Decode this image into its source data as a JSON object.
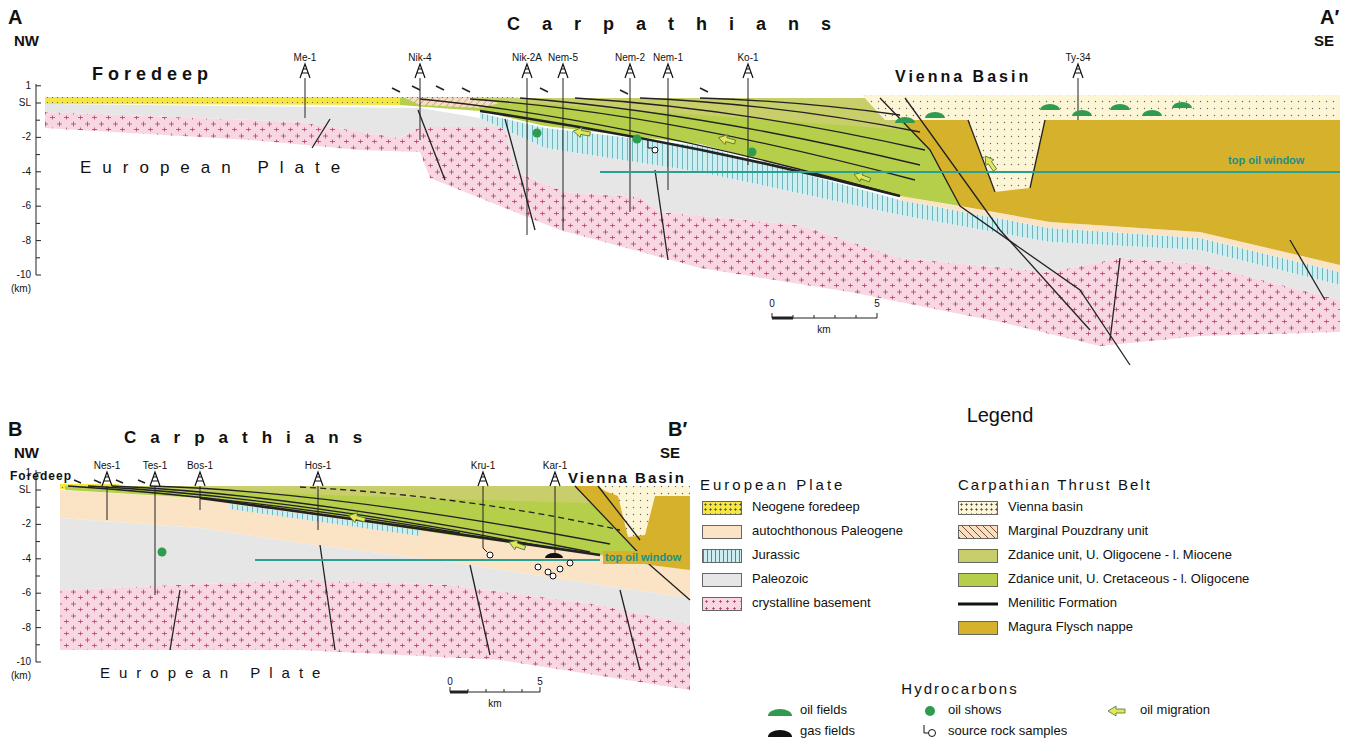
{
  "diagram": {
    "labels": [
      "A",
      "NW",
      "Carpathians",
      "A′",
      "SE",
      "Foredeep",
      "Vienna Basin",
      "Me-1",
      "Nik-4",
      "Nik-2A",
      "Nem-5",
      "Nem-2",
      "Nem-1",
      "Ko-1",
      "Ty-34",
      "top oil window",
      "European Plate",
      "1",
      "SL",
      "-2",
      "-4",
      "-6",
      "-8",
      "-10",
      "(km)",
      "0",
      "5",
      "km",
      "B",
      "NW",
      "Carpathians",
      "B′",
      "SE",
      "Foredeep",
      "Nes-1",
      "Tes-1",
      "Bos-1",
      "Hos-1",
      "Kru-1",
      "Kar-1",
      "Vienna Basin",
      "top oil window",
      "European Plate",
      "1",
      "SL",
      "-2",
      "-4",
      "-6",
      "-8",
      "-10",
      "(km)",
      "0",
      "5",
      "km",
      "Legend",
      "European Plate",
      "Carpathian Thrust Belt",
      "Hydrocarbons"
    ],
    "legend": [
      {
        "text": "Neogene foredeep",
        "color": "#f5e642"
      },
      {
        "text": "autochthonous Paleogene",
        "color": "#fbe3c6"
      },
      {
        "text": "Jurassic",
        "color": "#cdeef0"
      },
      {
        "text": "Paleozoic",
        "color": "#e6e6e6"
      },
      {
        "text": "crystalline basement",
        "color": "#f8d7e2"
      },
      {
        "text": "Vienna basin",
        "color": "#fdf6d6"
      },
      {
        "text": "Marginal Pouzdrany unit",
        "color": "#f6e0c4"
      },
      {
        "text": "Zdanice unit, U. Oligocene - l. Miocene",
        "color": "#c8cf6a"
      },
      {
        "text": "Zdanice unit, U. Cretaceous - l. Oligocene",
        "color": "#b6cf4a"
      },
      {
        "text": "Menilitic Formation"
      },
      {
        "text": "Magura Flysch nappe",
        "color": "#d6b12c"
      },
      {
        "text": "oil fields"
      },
      {
        "text": "oil shows"
      },
      {
        "text": "oil migration"
      },
      {
        "text": "gas fields"
      },
      {
        "text": "source rock samples"
      }
    ]
  }
}
